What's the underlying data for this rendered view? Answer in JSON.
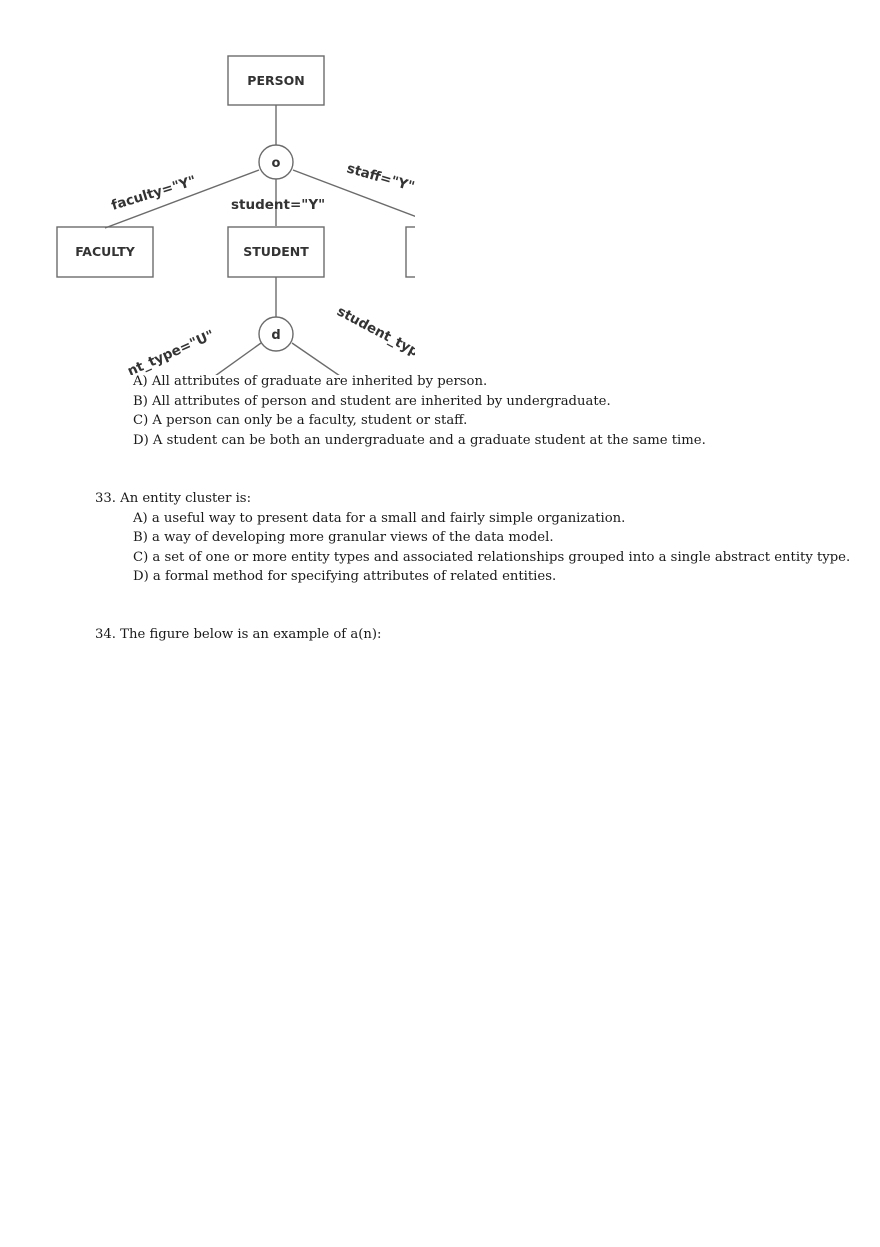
{
  "diagram": {
    "entities": [
      "PERSON",
      "FACULTY",
      "STUDENT"
    ],
    "subtype_circle_1": "o",
    "subtype_circle_2": "d",
    "labels": {
      "faculty": "faculty=\"Y\"",
      "student": "student=\"Y\"",
      "staff": "staff=\"Y\"",
      "undergrad": "nt_type=\"U\"",
      "grad": "student_typ"
    }
  },
  "q32": {
    "options": [
      "A) All attributes of graduate are inherited by person.",
      "B) All attributes of person and student are inherited by undergraduate.",
      "C) A person can only be a faculty, student or staff.",
      "D) A student can be both an undergraduate and a graduate student at the same time."
    ]
  },
  "q33": {
    "question": "33. An entity cluster is:",
    "options": [
      "A) a useful way to present data for a small and fairly simple organization.",
      "B) a way of developing more granular views of the data model.",
      "C) a set of one or more entity types and associated relationships grouped into a single abstract entity type.",
      "D) a formal method for specifying attributes of related entities."
    ]
  },
  "q34": {
    "question": "34. The figure below is an example of a(n):"
  }
}
